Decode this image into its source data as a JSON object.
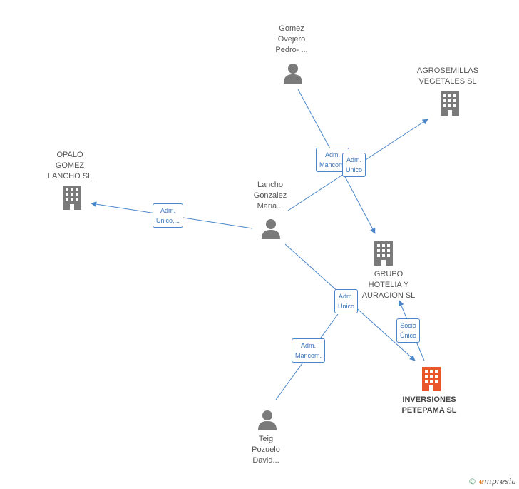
{
  "colors": {
    "edge": "#4a86c8",
    "person_icon": "#7a7a7a",
    "company_icon": "#7a7a7a",
    "highlight_company": "#e8562a"
  },
  "nodes": {
    "gomez_ovejero": {
      "label": "Gomez\nOvejero\nPedro- ...",
      "type": "person",
      "icon": "person-icon"
    },
    "agrosemillas": {
      "label": "AGROSEMILLAS\nVEGETALES SL",
      "type": "company",
      "icon": "building-icon"
    },
    "opalo": {
      "label": "OPALO\nGOMEZ\nLANCHO SL",
      "type": "company",
      "icon": "building-icon"
    },
    "lancho": {
      "label": "Lancho\nGonzalez\nMaria...",
      "type": "person",
      "icon": "person-icon"
    },
    "grupo_hotelia": {
      "label": "GRUPO\nHOTELIA Y\nAURACION SL",
      "type": "company",
      "icon": "building-icon"
    },
    "inversiones": {
      "label": "INVERSIONES\nPETEPAMA SL",
      "type": "company-main",
      "icon": "building-icon"
    },
    "teig": {
      "label": "Teig\nPozuelo\nDavid...",
      "type": "person",
      "icon": "person-icon"
    }
  },
  "edge_labels": {
    "e1": "Adm.\nMancom.",
    "e2": "Adm.\nUnico",
    "e3": "Adm.\nUnico,...",
    "e4": "Adm.\nUnico",
    "e5": "Socio\nÚnico",
    "e6": "Adm.\nMancom."
  },
  "brand": {
    "copyright": "©",
    "name_first": "e",
    "name_rest": "mpresia"
  }
}
